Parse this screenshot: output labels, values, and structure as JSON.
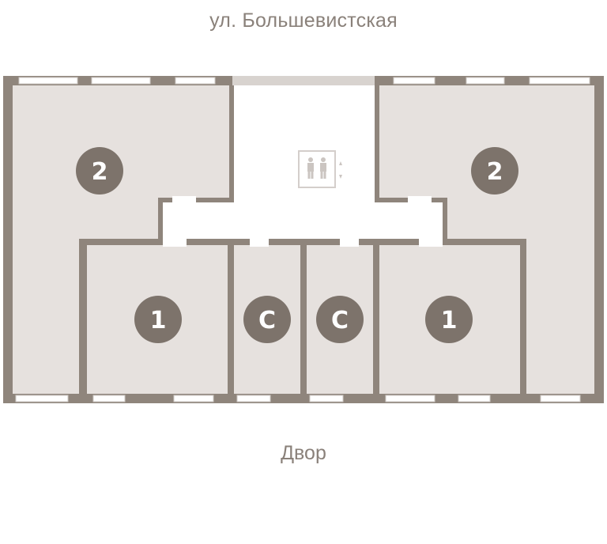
{
  "labels": {
    "street": "ул. Большевистская",
    "yard": "Двор"
  },
  "apartments": [
    {
      "id": "apt-top-left",
      "label": "2"
    },
    {
      "id": "apt-top-right",
      "label": "2"
    },
    {
      "id": "apt-bottom-left",
      "label": "1"
    },
    {
      "id": "apt-studio-left",
      "label": "С"
    },
    {
      "id": "apt-studio-right",
      "label": "С"
    },
    {
      "id": "apt-bottom-right",
      "label": "1"
    }
  ],
  "icons": {
    "elevator": "elevator-icon"
  },
  "colors": {
    "wall": "#8f857c",
    "room_fill": "#e6e1de",
    "badge": "#7d736b",
    "text": "#8a817a",
    "window": "#cfcac6"
  }
}
